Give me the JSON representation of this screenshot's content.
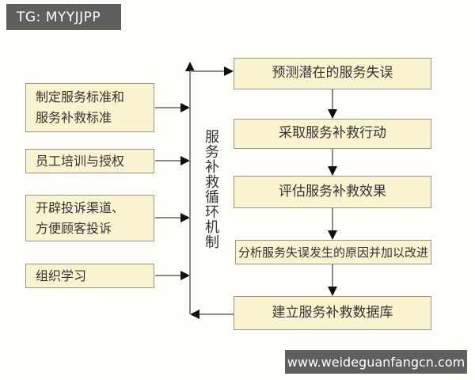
{
  "watermarks": {
    "top": "TG: MYYJJPP",
    "bottom": "www.weideguanfangcn.com"
  },
  "diagram": {
    "center_label": "服务补救循环机制",
    "left_boxes": [
      {
        "label": "制定服务标准和\n服务补救标准"
      },
      {
        "label": "员工培训与授权"
      },
      {
        "label": "开辟投诉渠道、\n方便顾客投诉"
      },
      {
        "label": "组织学习"
      }
    ],
    "right_boxes": [
      {
        "label": "预测潜在的服务失误"
      },
      {
        "label": "采取服务补救行动"
      },
      {
        "label": "评估服务补救效果"
      },
      {
        "label": "分析服务失误发生的原因并加以改进"
      },
      {
        "label": "建立服务补救数据库"
      }
    ],
    "colors": {
      "box_fill": "#f9f3d0",
      "box_border": "#98948a",
      "line": "#8a8a8a",
      "arrowhead": "#111111",
      "badge_bg": "#5f5f5f",
      "badge_text": "#ffffff",
      "text": "#333333",
      "background": "#fffdf8"
    }
  }
}
